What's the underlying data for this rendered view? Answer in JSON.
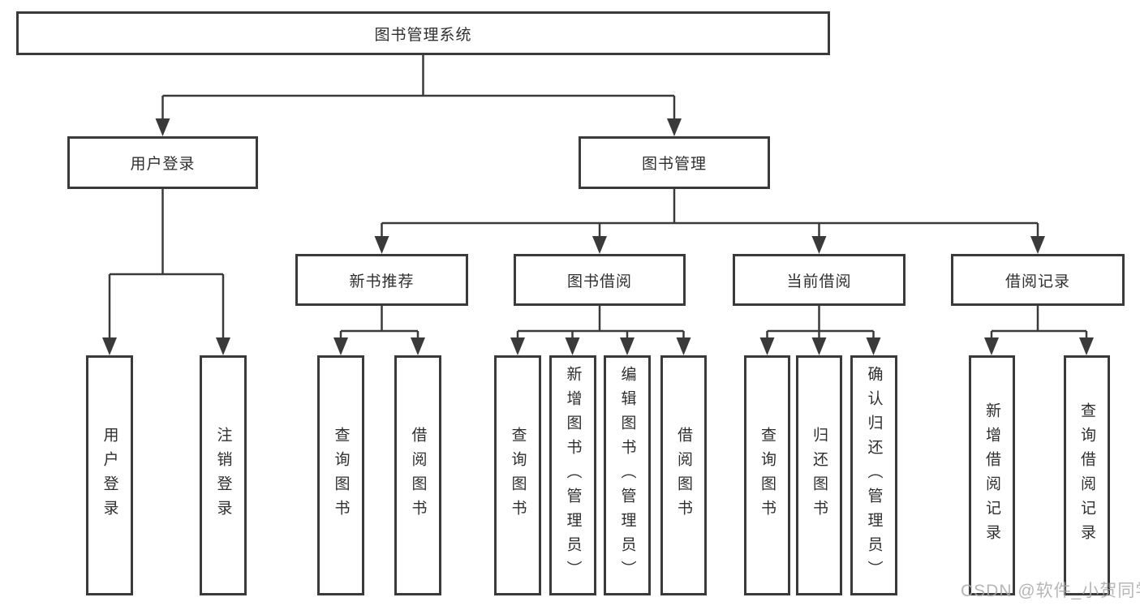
{
  "colors": {
    "line": "#3a3a3a",
    "box_border": "#3a3a3a",
    "text": "#2f2f2f",
    "background": "#ffffff",
    "watermark": "#aaaaaa"
  },
  "watermark": {
    "text": "CSDN @软件_小贺同学"
  },
  "chart_type": "tree-diagram",
  "tree": {
    "root": {
      "label": "图书管理系统",
      "children": [
        {
          "label": "用户登录",
          "children": [
            {
              "label": "用户登录"
            },
            {
              "label": "注销登录"
            }
          ]
        },
        {
          "label": "图书管理",
          "children": [
            {
              "label": "新书推荐",
              "children": [
                {
                  "label": "查询图书"
                },
                {
                  "label": "借阅图书"
                }
              ]
            },
            {
              "label": "图书借阅",
              "children": [
                {
                  "label": "查询图书"
                },
                {
                  "label": "新增图书（管理员）"
                },
                {
                  "label": "编辑图书（管理员）"
                },
                {
                  "label": "借阅图书"
                }
              ]
            },
            {
              "label": "当前借阅",
              "children": [
                {
                  "label": "查询图书"
                },
                {
                  "label": "归还图书"
                },
                {
                  "label": "确认归还（管理员）"
                }
              ]
            },
            {
              "label": "借阅记录",
              "children": [
                {
                  "label": "新增借阅记录"
                },
                {
                  "label": "查询借阅记录"
                }
              ]
            }
          ]
        }
      ]
    }
  }
}
